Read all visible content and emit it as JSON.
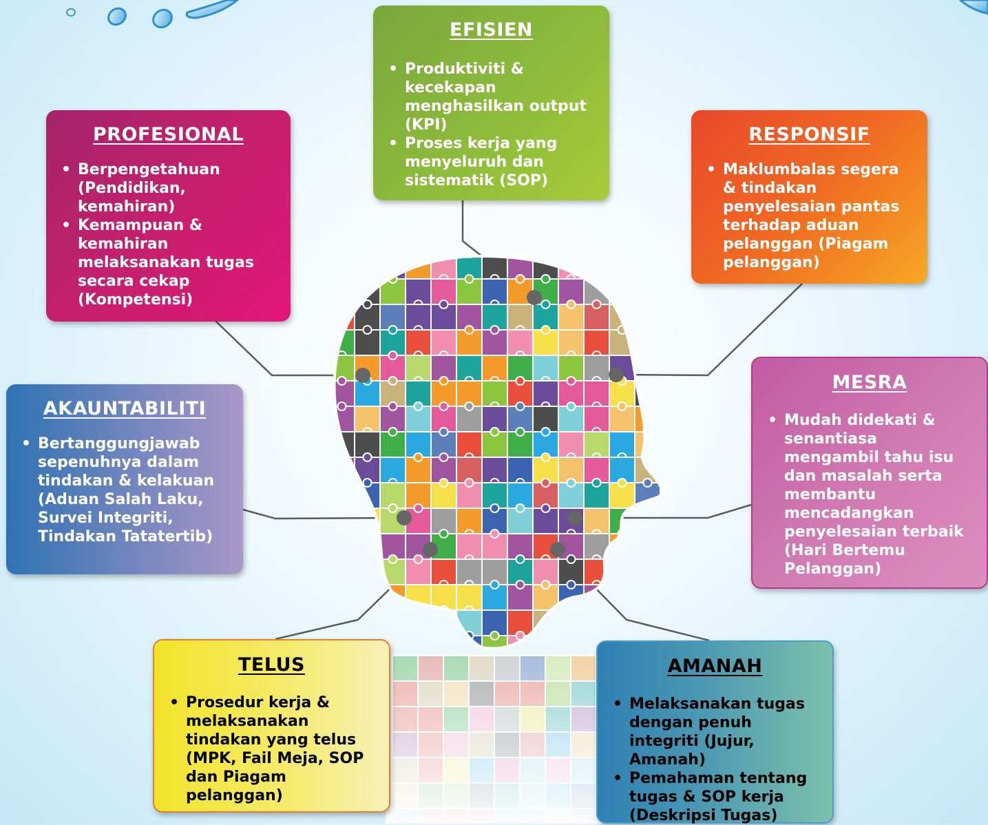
{
  "boxes": {
    "efisien": {
      "title": "EFISIEN",
      "items": [
        "Produktiviti & kecekapan menghasilkan output (KPI)",
        "Proses kerja yang menyeluruh dan sistematik (SOP)"
      ]
    },
    "profesional": {
      "title": "PROFESIONAL",
      "items": [
        "Berpengetahuan (Pendidikan, kemahiran)",
        "Kemampuan & kemahiran melaksanakan tugas secara cekap (Kompetensi)"
      ]
    },
    "responsif": {
      "title": "RESPONSIF",
      "items": [
        "Maklumbalas segera & tindakan penyelesaian pantas terhadap aduan pelanggan (Piagam pelanggan)"
      ]
    },
    "akauntabiliti": {
      "title": "AKAUNTABILITI",
      "items": [
        "Bertanggungjawab sepenuhnya dalam tindakan & kelakuan (Aduan Salah Laku, Survei Integriti, Tindakan Tatatertib)"
      ]
    },
    "mesra": {
      "title": "MESRA",
      "items": [
        "Mudah didekati & senantiasa mengambil tahu isu dan masalah serta membantu mencadangkan penyelesaian terbaik (Hari Bertemu Pelanggan)"
      ]
    },
    "telus": {
      "title": "TELUS",
      "items": [
        "Prosedur kerja & melaksanakan tindakan yang telus (MPK, Fail Meja, SOP dan Piagam pelanggan)"
      ]
    },
    "amanah": {
      "title": "AMANAH",
      "items": [
        "Melaksanakan tugas dengan penuh integriti (Jujur, Amanah)",
        "Pemahaman tentang tugas & SOP kerja (Deskripsi Tugas)"
      ]
    }
  },
  "colors": {
    "efisien": "#8fbd3a",
    "profesional": "#c81f6f",
    "responsif": "#f06a22",
    "akauntabiliti": "#6e85bd",
    "mesra": "#d17cb3",
    "telus": "#f2e42a",
    "amanah": "#4b99b2",
    "connector": "#5a5a5a"
  }
}
